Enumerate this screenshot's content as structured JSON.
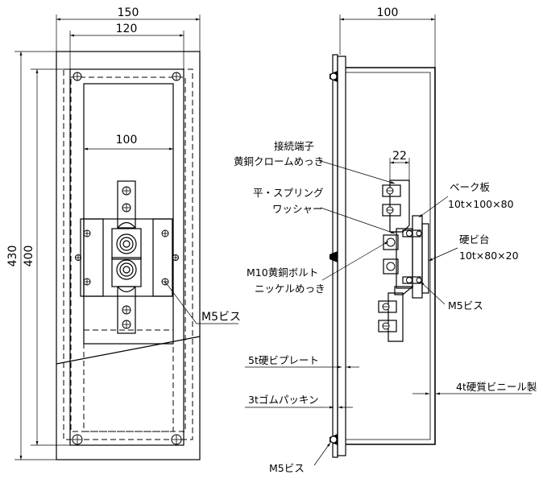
{
  "front_view": {
    "dim_total_width": "150",
    "dim_mount_width": "120",
    "dim_inner_width": "100",
    "dim_total_height": "430",
    "dim_mount_height": "400",
    "label_m5_screw": "M5ビス"
  },
  "side_view": {
    "dim_depth": "100",
    "dim_terminal": "22",
    "label_terminal_line1": "接続端子",
    "label_terminal_line2": "黄銅クロームめっき",
    "label_washer_line1": "平・スプリング",
    "label_washer_line2": "ワッシャー",
    "label_bolt_line1": "M10黄銅ボルト",
    "label_bolt_line2": "ニッケルめっき",
    "label_bakelite_line1": "ベーク板",
    "label_bakelite_line2": "10t×100×80",
    "label_hard_pvc_base_line1": "硬ビ台",
    "label_hard_pvc_base_line2": "10t×80×20",
    "label_m5_screw_side": "M5ビス",
    "label_pvc_plate": "5t硬ビプレート",
    "label_rubber_packing": "3tゴムパッキン",
    "label_pvc_cover": "4t硬質ビニール製",
    "label_m5_screw_bottom": "M5ビス"
  },
  "colors": {
    "line": "#000000",
    "background": "#ffffff"
  }
}
